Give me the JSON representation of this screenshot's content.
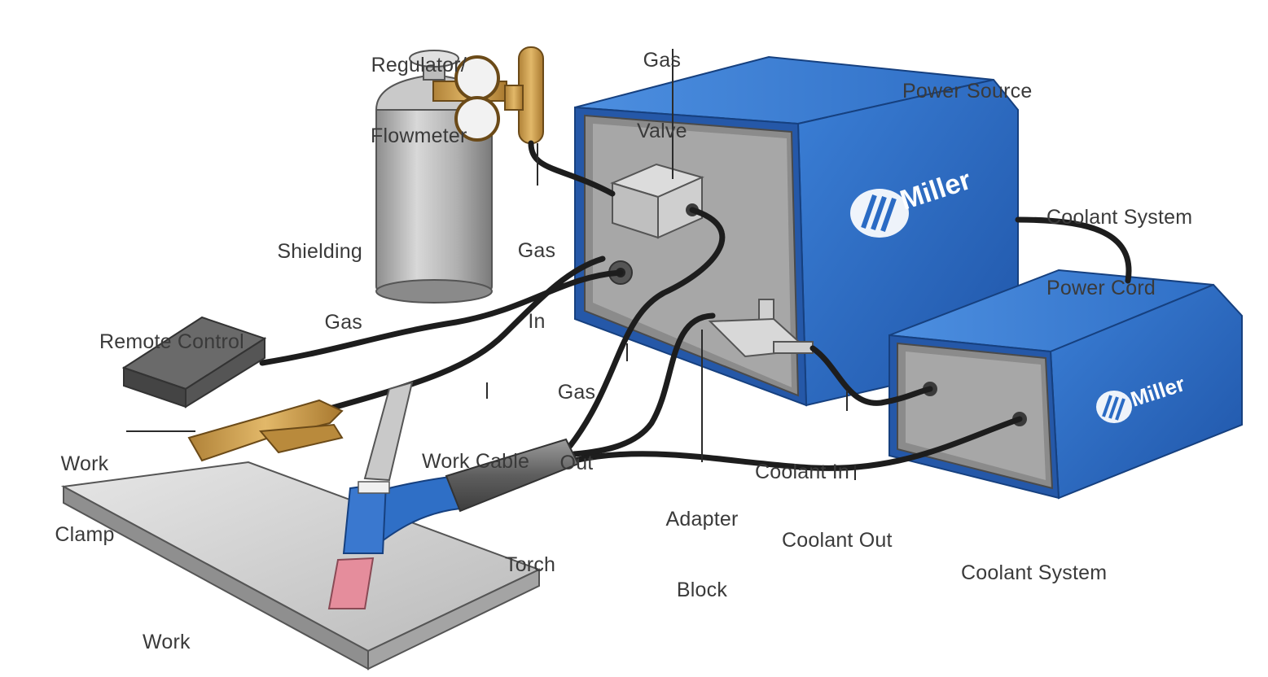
{
  "labels": {
    "regulator": [
      "Regulator/",
      "Flowmeter"
    ],
    "gas_valve": [
      "Gas",
      "Valve"
    ],
    "power_source": "Power Source",
    "coolant_power_cord": [
      "Coolant System",
      "Power Cord"
    ],
    "shielding_gas": [
      "Shielding",
      "Gas"
    ],
    "gas_in": [
      "Gas",
      "In"
    ],
    "remote_control": "Remote Control",
    "gas_out": [
      "Gas",
      "Out"
    ],
    "work_cable": "Work Cable",
    "work_clamp": [
      "Work",
      "Clamp"
    ],
    "coolant_in": "Coolant In",
    "adapter_block": [
      "Adapter",
      "Block"
    ],
    "coolant_out": "Coolant Out",
    "torch": "Torch",
    "coolant_system": "Coolant System",
    "work": "Work"
  },
  "brand": {
    "logo_text": "Miller",
    "color": "#2a6bc4"
  }
}
